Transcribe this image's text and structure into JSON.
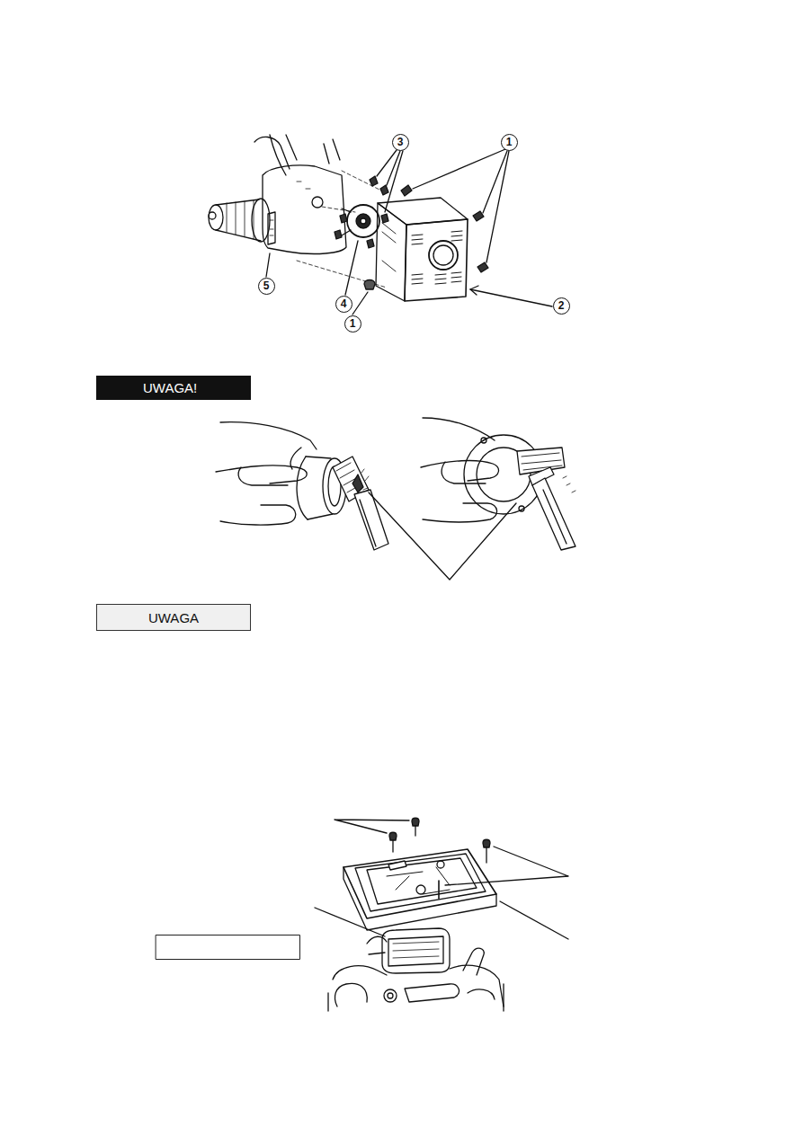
{
  "diagram": {
    "nodes": [
      {
        "text": [
          "UWAGA!"
        ]
      },
      {
        "text": [
          "UWAGA"
        ]
      }
    ],
    "labels": [
      "3",
      "1",
      "5",
      "4",
      "1",
      "2"
    ]
  }
}
